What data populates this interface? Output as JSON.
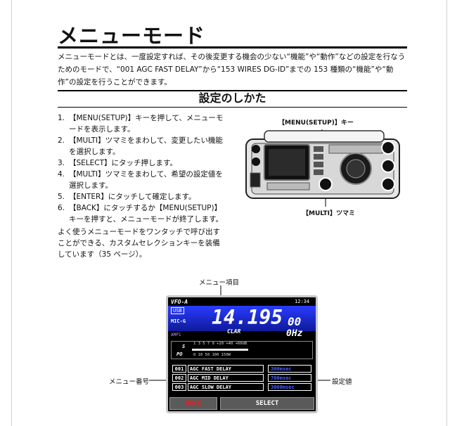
{
  "title": "メニューモード",
  "intro": "メニューモードとは、一度設定すれば、その後変更する機会の少ない“機能”や“動作”などの設定を行なうためのモードで、“001 AGC FAST DELAY”から“153 WIRES DG-ID”までの 153 種類の“機能”や“動作”の設定を行うことができます。",
  "section_title": "設定のしかた",
  "steps": [
    {
      "num": "1.",
      "text": "【MENU(SETUP)】キーを押して、メニューモードを表示します。"
    },
    {
      "num": "2.",
      "text": "【MULTI】ツマミをまわして、変更したい機能を選択します。"
    },
    {
      "num": "3.",
      "text": "【SELECT】にタッチ押します。"
    },
    {
      "num": "4.",
      "text": "【MULTI】ツマミをまわして、希望の設定値を選択します。"
    },
    {
      "num": "5.",
      "text": "【ENTER】にタッチして確定します。"
    },
    {
      "num": "6.",
      "text": "【BACK】にタッチするか【MENU(SETUP)】キーを押すと、メニューモードが終了します。"
    }
  ],
  "note": "よく使うメニューモードをワンタッチで呼び出すことができる、カスタムセレクションキーを装備しています（35 ページ）。",
  "radio_labels": {
    "menu_key": "【MENU(SETUP)】キー",
    "multi_knob": "【MULTI】ツマミ"
  },
  "screen_labels": {
    "menu_item": "メニュー項目",
    "menu_number": "メニュー番号",
    "setting_value": "設定値"
  },
  "screen": {
    "vfo": "VFO-A",
    "time": "12:34",
    "usb": "USB",
    "mic": "MIC-G",
    "amp": "AMP1",
    "freq_main": "14.195",
    "freq_small": "00",
    "clar": "CLAR",
    "clar_value": "0Hz",
    "meter_s": "S",
    "meter_po": "PO",
    "meter_scale_top": "1  3  5  7  9  +20  +40  +60dB",
    "meter_scale_bottom": "0  10           50         100  150W",
    "menu_rows": [
      {
        "no": "001",
        "item": "AGC FAST DELAY",
        "value": "300msec"
      },
      {
        "no": "002",
        "item": "AGC MID DELAY",
        "value": "700msec"
      },
      {
        "no": "003",
        "item": "AGC SLOW DELAY",
        "value": "3000msec"
      }
    ],
    "back": "BACK",
    "select": "SELECT"
  },
  "colors": {
    "accent_blue": "#2a3cff",
    "back_red": "#e02020",
    "frame_gray": "#c9c9c9"
  }
}
